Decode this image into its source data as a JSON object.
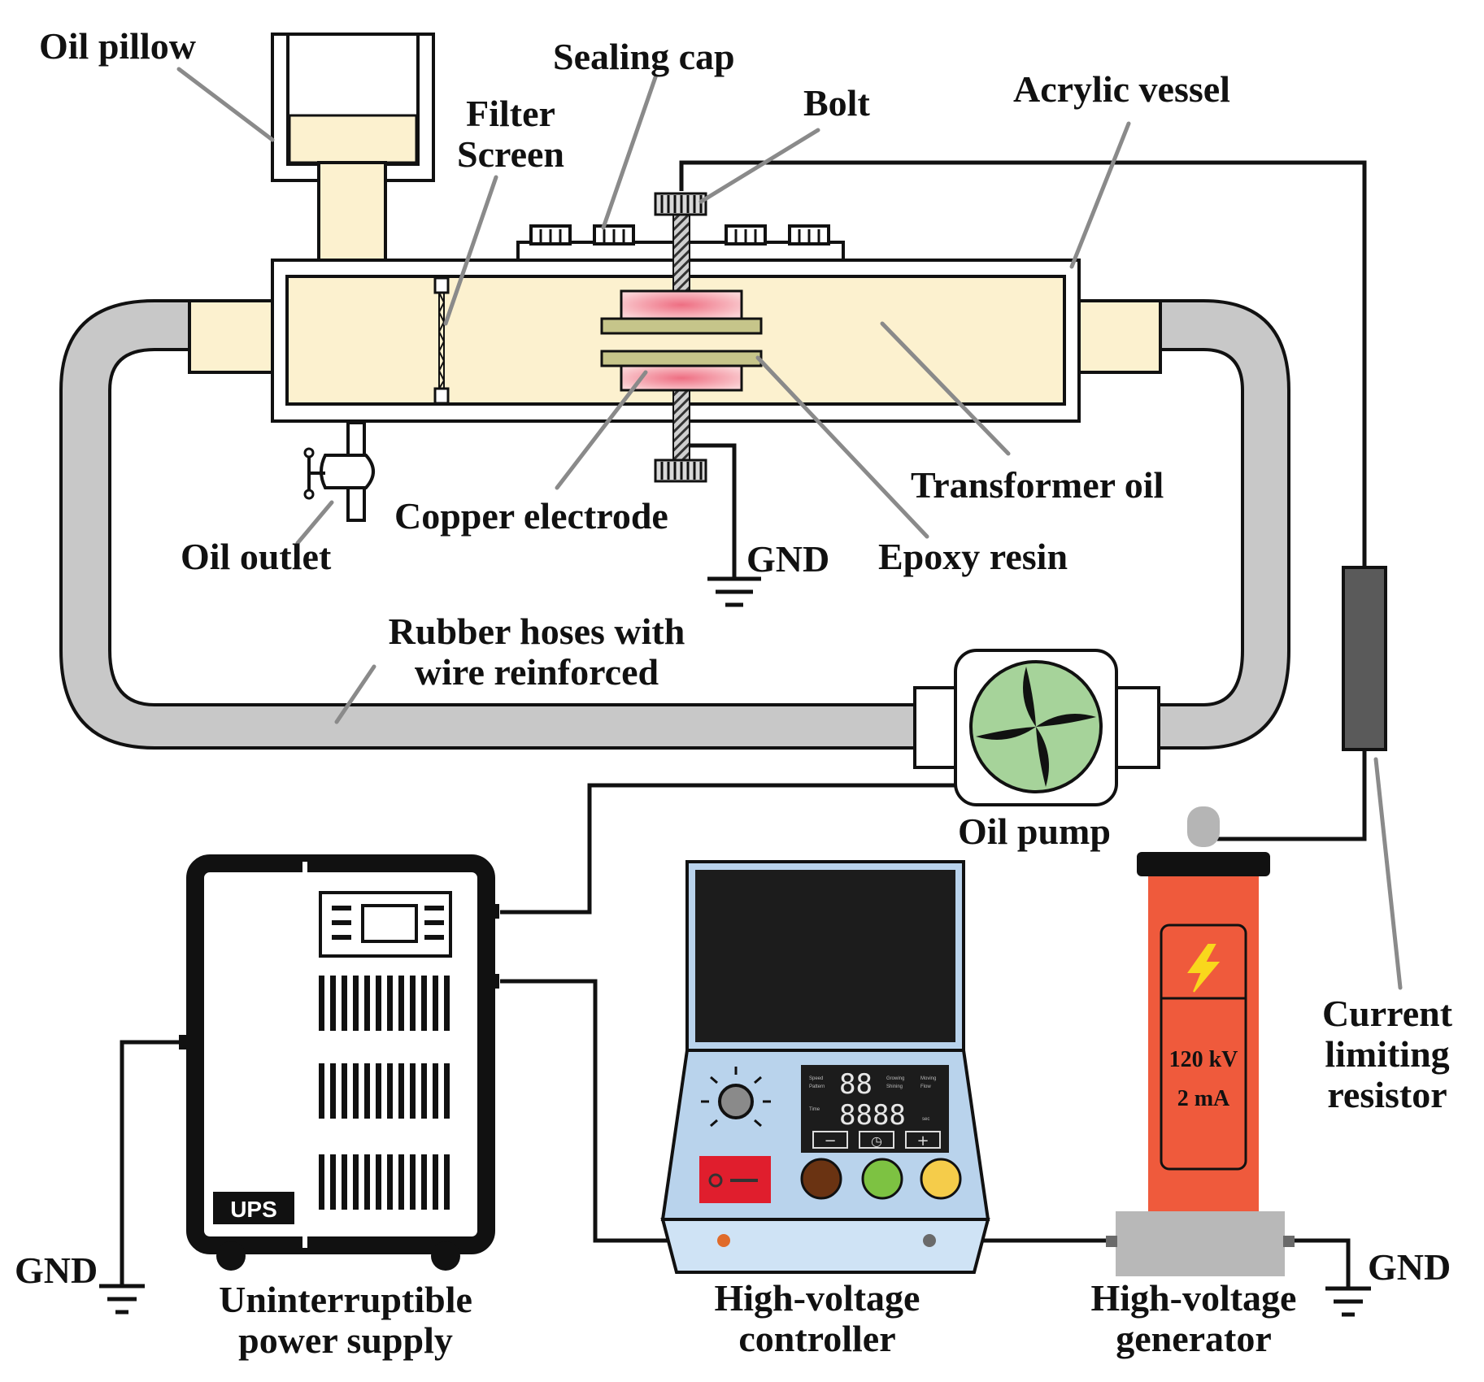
{
  "labels": {
    "oil_pillow": "Oil pillow",
    "sealing_cap": "Sealing cap",
    "bolt": "Bolt",
    "acrylic_vessel": "Acrylic vessel",
    "filter_screen_line1": "Filter",
    "filter_screen_line2": "Screen",
    "transformer_oil": "Transformer oil",
    "copper_electrode": "Copper electrode",
    "epoxy_resin": "Epoxy resin",
    "gnd_electrode": "GND",
    "oil_outlet": "Oil outlet",
    "rubber_hoses_line1": "Rubber hoses with",
    "rubber_hoses_line2": "wire reinforced",
    "oil_pump": "Oil pump",
    "resistor_line1": "Current",
    "resistor_line2": "limiting",
    "resistor_line3": "resistor",
    "ups_line1": "Uninterruptible",
    "ups_line2": "power supply",
    "ups_badge": "UPS",
    "gnd_ups": "GND",
    "controller_line1": "High-voltage",
    "controller_line2": "controller",
    "generator_line1": "High-voltage",
    "generator_line2": "generator",
    "gnd_generator": "GND",
    "generator_rating_kv": "120 kV",
    "generator_rating_ma": "2 mA"
  },
  "controller_panel": {
    "display_speed": "88",
    "display_main": "8888",
    "caption_speed": "Speed",
    "caption_pattern": "Pattern",
    "caption_time": "Time",
    "caption_growing": "Growing",
    "caption_shining": "Shining",
    "caption_moving": "Moving",
    "caption_flow": "Flow",
    "caption_unit": "sec",
    "btn_minus": "−",
    "btn_timer": "◷",
    "btn_plus": "+"
  },
  "colors": {
    "oil": "#fcf1cf",
    "hose": "#c8c8c8",
    "epoxy": "#f5a9b2",
    "copper_plate": "#c6c58a",
    "pump_fan": "#a6d39a",
    "generator_body": "#ef5a3c",
    "controller_body": "#b9d3ec",
    "resistor": "#5a5a5a"
  }
}
